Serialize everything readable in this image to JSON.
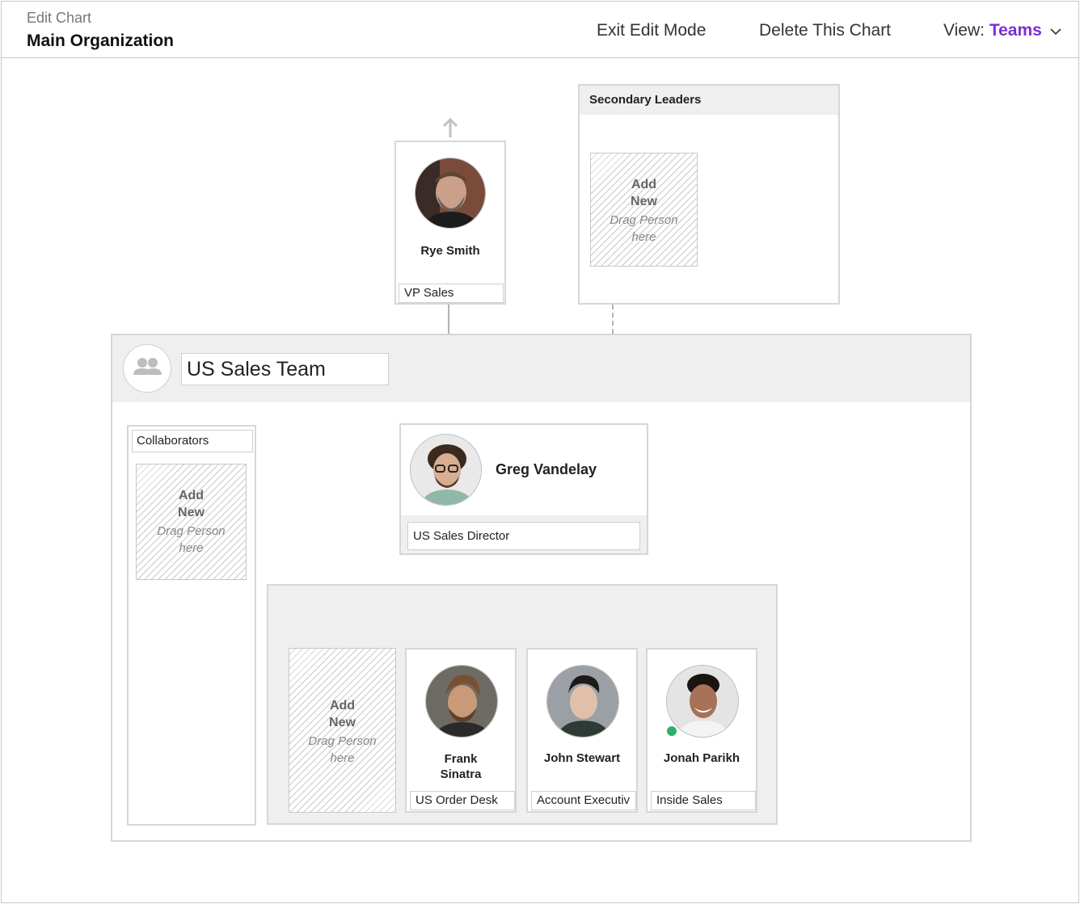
{
  "header": {
    "crumb": "Edit Chart",
    "title": "Main Organization",
    "exit_edit": "Exit Edit Mode",
    "delete_chart": "Delete This Chart",
    "view_label": "View:",
    "view_value": "Teams",
    "accent_color": "#7b2fd9"
  },
  "placeholder": {
    "add": "Add",
    "new": "New",
    "drag": "Drag Person",
    "here": "here"
  },
  "manager": {
    "name": "Rye Smith",
    "role": "VP Sales"
  },
  "secondary_leaders": {
    "title": "Secondary Leaders"
  },
  "team": {
    "name": "US Sales Team",
    "collaborators_label": "Collaborators",
    "leader": {
      "name": "Greg Vandelay",
      "role": "US Sales Director"
    },
    "members": [
      {
        "name": "Frank Sinatra",
        "role": "US Order Desk"
      },
      {
        "name": "John Stewart",
        "role": "Account Executiv"
      },
      {
        "name": "Jonah Parikh",
        "role": "Inside Sales",
        "status": "online",
        "status_color": "#2fae6e"
      }
    ]
  },
  "icons": [
    "chevron-down-icon",
    "up-arrow-icon",
    "team-group-icon",
    "online-status-icon"
  ]
}
